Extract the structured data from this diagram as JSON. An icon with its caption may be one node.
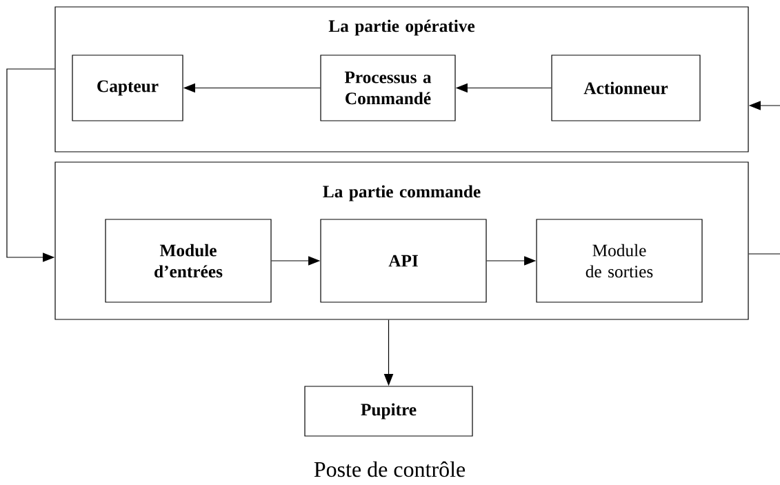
{
  "diagram": {
    "caption": "Poste de contrôle",
    "nodes": [
      {
        "text": [
          "La partie opérative"
        ]
      },
      {
        "text": [
          "Capteur"
        ],
        "in": 0
      },
      {
        "text": [
          "Processus a Commandé"
        ],
        "in": 0
      },
      {
        "text": [
          "Actionneur"
        ],
        "in": 0
      },
      {
        "text": [
          "La partie commande"
        ]
      },
      {
        "text": [
          "Module d’entrées"
        ],
        "in": 4
      },
      {
        "text": [
          "API"
        ],
        "in": 4
      },
      {
        "text": [
          "Module de sorties"
        ],
        "in": 4
      },
      {
        "text": [
          "Pupitre"
        ]
      }
    ],
    "edges": [
      {
        "from": 3,
        "to": 2,
        "arrow": "to"
      },
      {
        "from": 2,
        "to": 1,
        "arrow": "to"
      },
      {
        "from": 0,
        "to": 4,
        "arrow": "to"
      },
      {
        "from": 5,
        "to": 6,
        "arrow": "to"
      },
      {
        "from": 6,
        "to": 7,
        "arrow": "to"
      },
      {
        "from": 4,
        "to": 8,
        "arrow": "to"
      },
      {
        "from": 4,
        "to": null,
        "arrow": "none"
      },
      {
        "from": null,
        "to": 0,
        "arrow": "to"
      }
    ]
  }
}
